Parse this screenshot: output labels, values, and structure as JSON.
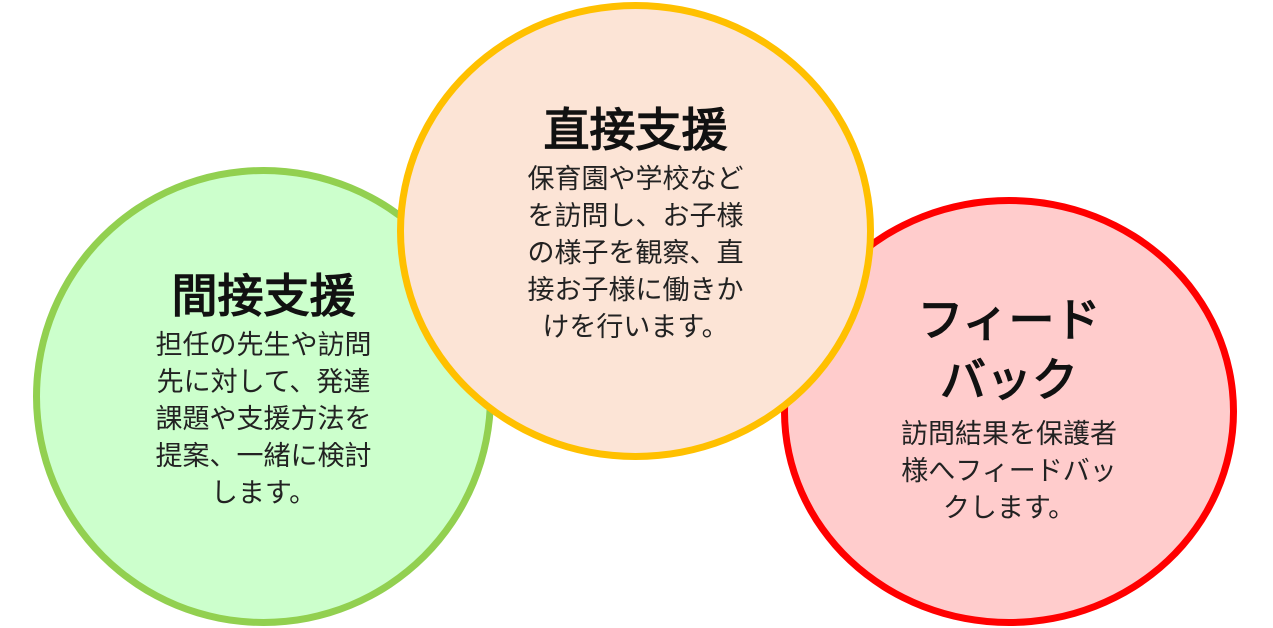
{
  "diagram": {
    "circles": [
      {
        "id": "indirect-support",
        "title": "間接支援",
        "lines": [
          "担任の先生や訪問",
          "先に対して、発達",
          "課題や支援方法を",
          "提案、一緒に検討",
          "します。"
        ],
        "fill": "#ccffcc",
        "border": "#92d050"
      },
      {
        "id": "direct-support",
        "title": "直接支援",
        "lines": [
          "保育園や学校など",
          "を訪問し、お子様",
          "の様子を観察、直",
          "接お子様に働きか",
          "けを行います。"
        ],
        "fill": "#fce4d6",
        "border": "#ffc000"
      },
      {
        "id": "feedback",
        "title_lines": [
          "フィード",
          "バック"
        ],
        "lines": [
          "訪問結果を保護者",
          "様へフィードバッ",
          "クします。"
        ],
        "fill": "#ffcccc",
        "border": "#ff0000"
      }
    ]
  }
}
